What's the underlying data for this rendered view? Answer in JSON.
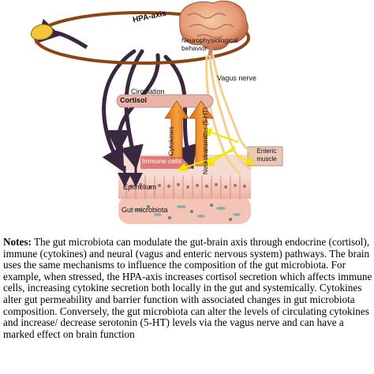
{
  "figure": {
    "labels": {
      "hpa_axis": "HPA-axis",
      "neuro_behavior": "Neurophysiological behavior",
      "vagus_nerve": "Vagus nerve",
      "circulation": "Circulation",
      "cortisol": "Cortisol",
      "cytokines": "Cytokines",
      "neurotransmitter": "Neurotransmitter (5-HT)",
      "immune_cells": "Immune cells",
      "enteric_muscle": "Enteric muscle",
      "epithelium": "Epithelium",
      "gut_microbiota": "Gut microbiota"
    },
    "colors": {
      "hpa_ring": "#8b4513",
      "brain": "#e8a07a",
      "arrow_dark": "#3a2740",
      "cortisol_bar": "#e8b4a8",
      "cytokine_arrow": "#f08a1c",
      "nerve": "#f3d090",
      "highlight_arrow": "#f2e600",
      "enteric_box": "#e8c8b8",
      "epithelium": "#f5d2c8",
      "microbiota": "#f0c0b0"
    }
  },
  "notes": {
    "heading": "Notes:",
    "body": " The gut microbiota can modulate the gut-brain axis through endocrine (cortisol), immune (cytokines) and neural (vagus and enteric nervous system) pathways. The brain uses the same mechanisms to influence the composition of the gut microbiota. For example, when stressed, the HPA-axis increases cortisol secretion which affects immune cells, increasing cytokine secretion both locally in the gut and systemically. Cytokines alter gut permeability and barrier function with associated changes in gut microbiota composition. Conversely, the gut microbiota can alter the levels of circulating cytokines and increase/ decrease serotonin (5-HT) levels via the vagus nerve and can have a marked effect on brain function"
  }
}
